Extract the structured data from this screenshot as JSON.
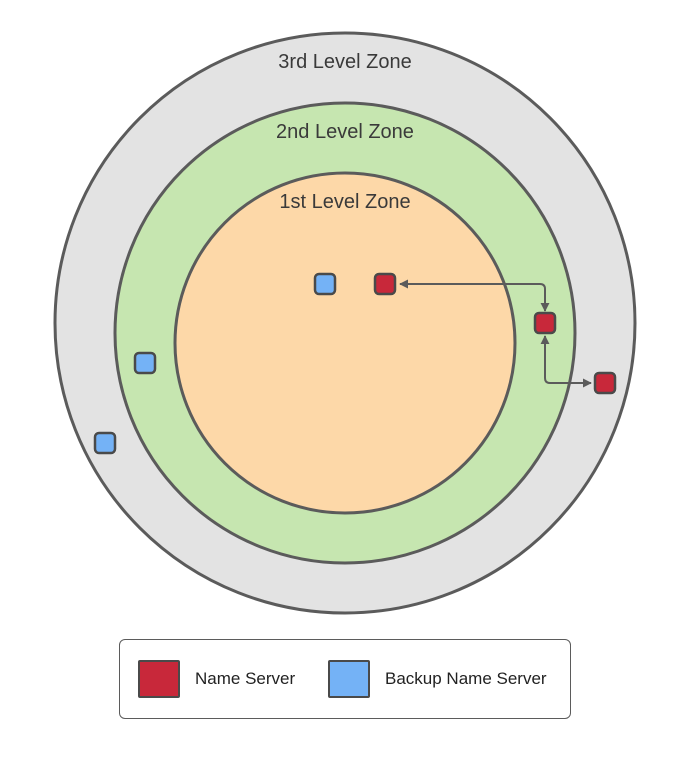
{
  "zones": [
    {
      "id": "third",
      "label": "3rd Level Zone",
      "fill": "#e3e3e3"
    },
    {
      "id": "second",
      "label": "2nd Level Zone",
      "fill": "#c6e6b0"
    },
    {
      "id": "first",
      "label": "1st Level Zone",
      "fill": "#fdd8a8"
    }
  ],
  "colors": {
    "outline": "#5b5b5b",
    "name_server": "#c8283a",
    "backup_name_server": "#74b2f6",
    "arrow": "#5b5b5b"
  },
  "legend": {
    "items": [
      {
        "label": "Name Server",
        "color": "#c8283a"
      },
      {
        "label": "Backup Name Server",
        "color": "#74b2f6"
      }
    ]
  }
}
